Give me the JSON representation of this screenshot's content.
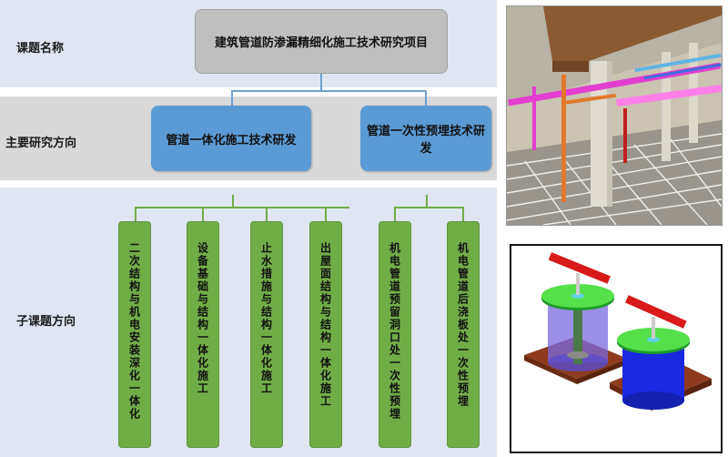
{
  "rows": {
    "topic_label": "课题名称",
    "direction_label": "主要研究方向",
    "sub_label": "子课题方向"
  },
  "topic": "建筑管道防渗漏精细化施工技术研究项目",
  "directions": [
    "管道一体化施工技术研发",
    "管道一次性预埋技术研发"
  ],
  "subtopics": [
    "二次结构与机电安装深化一体化",
    "设备基础与结构一体化施工",
    "止水措施与结构一体化施工",
    "出屋面结构与结构一体化施工",
    "机电管道预留洞口处一次性预埋",
    "机电管道后浇板处一次性预埋"
  ],
  "colors": {
    "title_box": "#bfbfbf",
    "direction_box": "#5b9bd5",
    "sub_box": "#70ad47"
  },
  "images": {
    "photo": "basement-pipe-render",
    "model": "pipe-sleeve-3d-model"
  }
}
